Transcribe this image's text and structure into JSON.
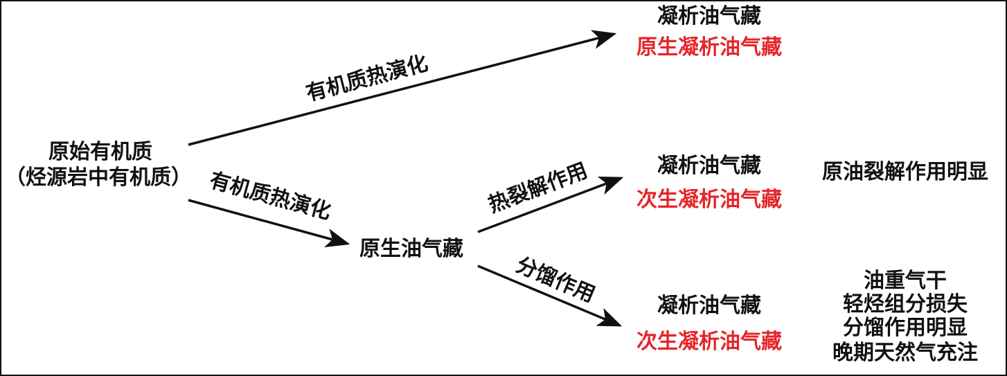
{
  "source": {
    "line1": "原始有机质",
    "line2": "（烃源岩中有机质）"
  },
  "paths": {
    "upper_label": "有机质热演化",
    "lower_label": "有机质热演化",
    "cracking_label": "热裂解作用",
    "fractionation_label": "分馏作用"
  },
  "intermediate": "原生油气藏",
  "results": {
    "top": {
      "type": "凝析油气藏",
      "origin": "原生凝析油气藏"
    },
    "middle": {
      "type": "凝析油气藏",
      "origin": "次生凝析油气藏",
      "note": "原油裂解作用明显"
    },
    "bottom": {
      "type": "凝析油气藏",
      "origin": "次生凝析油气藏",
      "notes": [
        "油重气干",
        "轻烃组分损失",
        "分馏作用明显",
        "晚期天然气充注"
      ]
    }
  },
  "colors": {
    "highlight": "#e5252a",
    "arrow": "#111111"
  }
}
